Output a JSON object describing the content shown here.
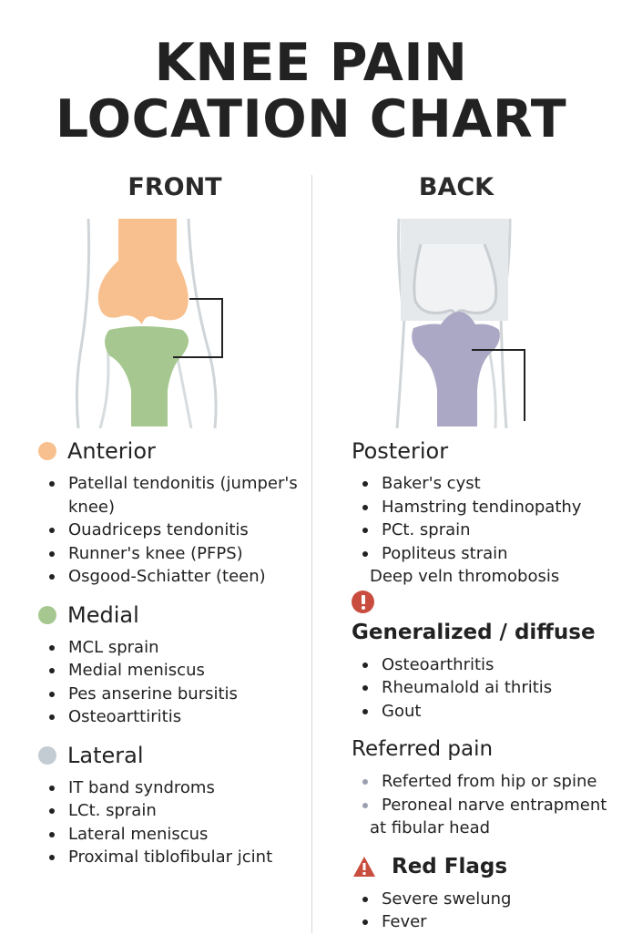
{
  "title_line1": "KNEE PAIN",
  "title_line2": "LOCATION CHART",
  "views": {
    "front": "FRONT",
    "back": "BACK"
  },
  "colors": {
    "anterior": "#f8c08e",
    "medial": "#a6c890",
    "lateral": "#c3ccd3",
    "posterior_bone": "#aaa8c4",
    "alert": "#c84d3e"
  },
  "anterior": {
    "heading": "Anterior",
    "items": [
      "Patellal tendonitis (jumper's knee)",
      "Ouadriceps tendonitis",
      "Runner's knee (PFPS)",
      "Osgood-Schiatter (teen)"
    ]
  },
  "medial": {
    "heading": "Medial",
    "items": [
      "MCL sprain",
      "Medial meniscus",
      "Pes anserine bursitis",
      "Osteoarttiritis"
    ]
  },
  "lateral": {
    "heading": "Lateral",
    "items": [
      "IT band syndroms",
      "LCt. sprain",
      "Lateral meniscus",
      "Proximal tiblofibular jcint"
    ]
  },
  "posterior": {
    "heading": "Posterior",
    "items": [
      "Baker's cyst",
      "Hamstring tendinopathy",
      "PCt. sprain",
      "Popliteus strain"
    ],
    "extra": "Deep veln thromobosis"
  },
  "generalized": {
    "heading": "Generalized / diffuse",
    "items": [
      "Osteoarthritis",
      "Rheumalold ai thritis",
      "Gout"
    ]
  },
  "referred": {
    "heading": "Referred pain",
    "items": [
      "Referted from hip or spine",
      "Peroneal narve entrapment"
    ],
    "extra": "at fibular head"
  },
  "red_flags": {
    "heading": "Red Flags",
    "items": [
      "Severe swelung",
      "Fever"
    ]
  }
}
